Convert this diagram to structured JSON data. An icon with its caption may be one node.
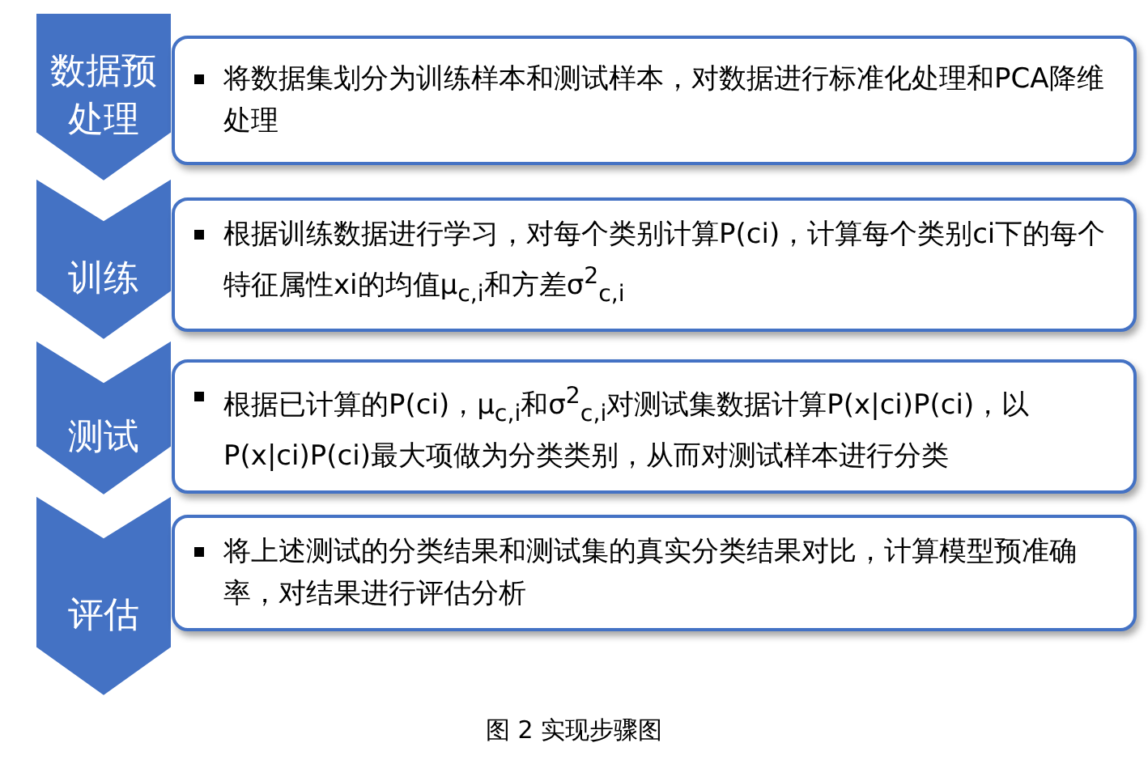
{
  "diagram": {
    "caption": "图 2 实现步骤图",
    "nodes": [
      {
        "text": [
          "数据预处理"
        ]
      },
      {
        "text": [
          "将数据集划分为训练样本和测试样本，对数据进行标准化处理和PCA降维处理"
        ]
      },
      {
        "text": [
          "训练"
        ]
      },
      {
        "text": [
          "根据训练数据进行学习，对每个类别计算P(ci)，计算每个类别ci下的每个特征属性xi的均值μ$_{c,i}$和方差σ$^{2}$$_{c,i}$"
        ]
      },
      {
        "text": [
          "测试"
        ]
      },
      {
        "text": [
          "根据已计算的P(ci)，μ$_{c,i}$和σ$^{2}$$_{c,i}$对测试集数据计算P(x|ci)P(ci)，以P(x|ci)P(ci)最大项做为分类类别，从而对测试样本进行分类"
        ]
      },
      {
        "text": [
          "评估"
        ]
      },
      {
        "text": [
          "将上述测试的分类结果和测试集的真实分类结果对比，计算模型预准确率，对结果进行评估分析"
        ]
      }
    ]
  }
}
